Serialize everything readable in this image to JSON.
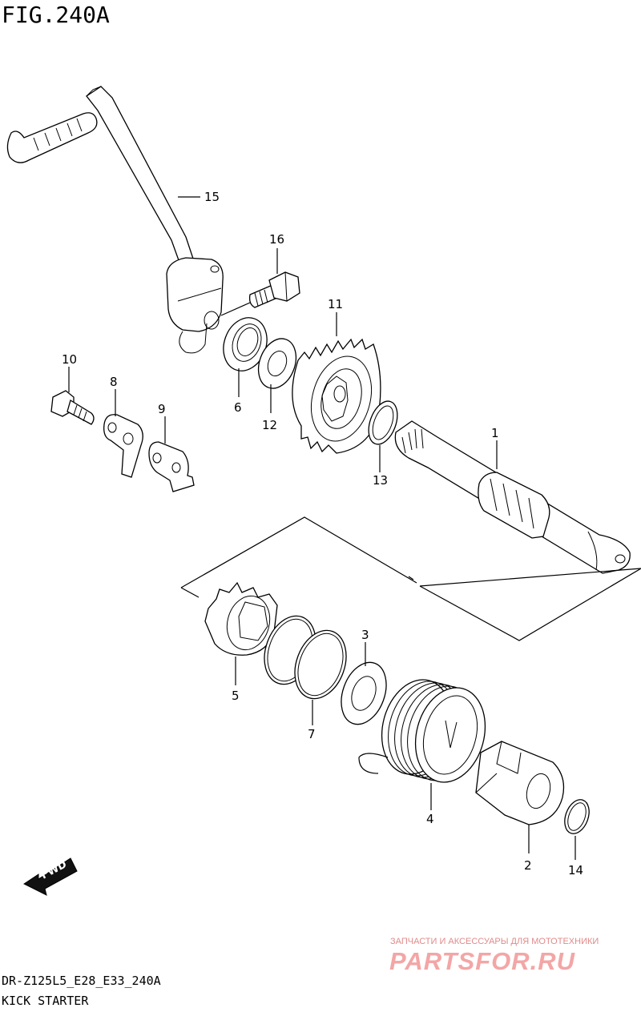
{
  "figure": {
    "title": "FIG.240A",
    "model_code": "DR-Z125L5_E28_E33_240A",
    "name": "KICK STARTER"
  },
  "fwd_badge": "FWD",
  "callouts": [
    "15",
    "16",
    "11",
    "10",
    "8",
    "9",
    "6",
    "12",
    "13",
    "1",
    "5",
    "7",
    "3",
    "4",
    "2",
    "14"
  ],
  "watermark": {
    "tagline": "ЗАПЧАСТИ И АКСЕССУАРЫ ДЛЯ МОТОТЕХНИКИ",
    "logo": "PARTSFOR.RU"
  },
  "icons": {
    "fwd": "fwd-arrow-icon"
  }
}
